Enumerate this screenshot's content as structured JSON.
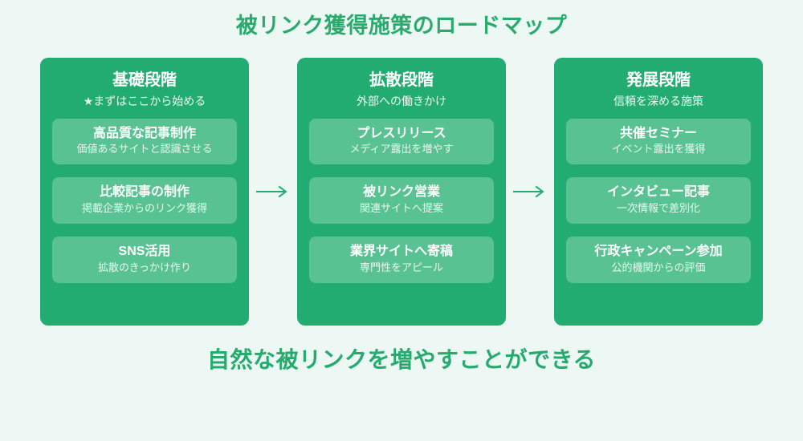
{
  "title": "被リンク獲得施策のロードマップ",
  "footer": "自然な被リンクを増やすことができる",
  "colors": {
    "background": "#edf7f3",
    "accent": "#2aab6e",
    "panel": "#22ac71",
    "card": "#59c292",
    "text_on_panel": "#ffffff",
    "subtext_on_panel": "#eafaf2"
  },
  "arrows": [
    {
      "icon": "arrow-right-icon",
      "label": "→"
    },
    {
      "icon": "arrow-right-icon",
      "label": "→"
    }
  ],
  "stages": [
    {
      "id": "foundation",
      "title": "基礎段階",
      "subtitle": "★まずはここから始める",
      "cards": [
        {
          "title": "高品質な記事制作",
          "desc": "価値あるサイトと認識させる"
        },
        {
          "title": "比較記事の制作",
          "desc": "掲載企業からのリンク獲得"
        },
        {
          "title": "SNS活用",
          "desc": "拡散のきっかけ作り"
        }
      ]
    },
    {
      "id": "diffusion",
      "title": "拡散段階",
      "subtitle": "外部への働きかけ",
      "cards": [
        {
          "title": "プレスリリース",
          "desc": "メディア露出を増やす"
        },
        {
          "title": "被リンク営業",
          "desc": "関連サイトへ提案"
        },
        {
          "title": "業界サイトへ寄稿",
          "desc": "専門性をアピール"
        }
      ]
    },
    {
      "id": "development",
      "title": "発展段階",
      "subtitle": "信頼を深める施策",
      "cards": [
        {
          "title": "共催セミナー",
          "desc": "イベント露出を獲得"
        },
        {
          "title": "インタビュー記事",
          "desc": "一次情報で差別化"
        },
        {
          "title": "行政キャンペーン参加",
          "desc": "公的機関からの評価"
        }
      ]
    }
  ]
}
